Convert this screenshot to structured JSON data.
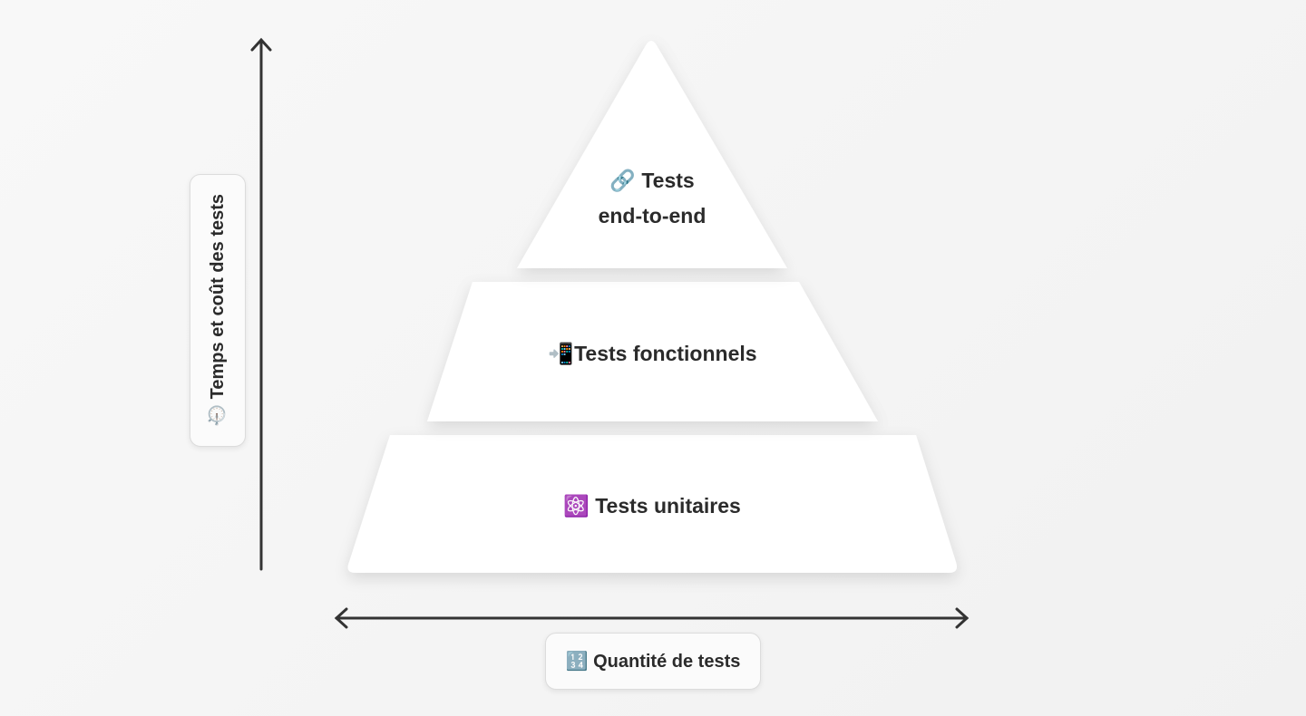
{
  "pyramid": {
    "top": {
      "icon": "🔗",
      "line1": "Tests",
      "line2": "end-to-end"
    },
    "middle": {
      "icon": "📲",
      "label": "Tests fonctionnels"
    },
    "bottom": {
      "icon": "⚛️",
      "label": "Tests unitaires"
    }
  },
  "axes": {
    "vertical": {
      "icon": "⏱️",
      "label": "Temps et coût des tests"
    },
    "horizontal": {
      "icon": "🔢",
      "label": "Quantité de tests"
    }
  }
}
